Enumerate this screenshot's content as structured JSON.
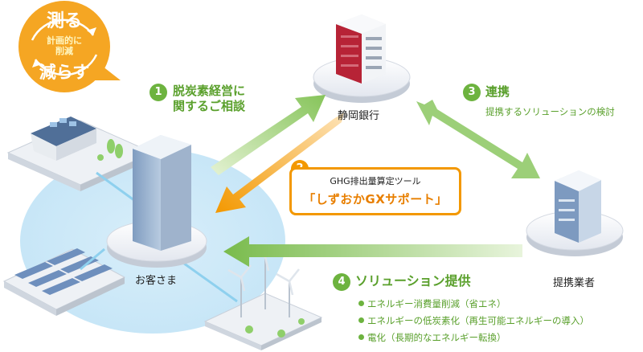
{
  "badge": {
    "top": "測る",
    "middle": "計画的に\n削減",
    "bottom": "減らす"
  },
  "nodes": {
    "bank": "静岡銀行",
    "customer": "お客さま",
    "partner": "提携業者"
  },
  "steps": [
    {
      "num": "1",
      "title": "脱炭素経営に\n関するご相談"
    },
    {
      "num": "2",
      "tool_label": "GHG排出量算定ツール",
      "tool_name": "「しずおかGXサポート」"
    },
    {
      "num": "3",
      "title": "連携",
      "subtitle": "提携するソリューションの検討"
    },
    {
      "num": "4",
      "title": "ソリューション提供",
      "bullets": [
        "エネルギー消費量削減（省エネ）",
        "エネルギーの低炭素化（再生可能エネルギーの導入）",
        "電化（長期的なエネルギー転換）"
      ]
    }
  ],
  "colors": {
    "green": "#6db33f",
    "orange": "#f39800",
    "badge": "#f5a623"
  }
}
